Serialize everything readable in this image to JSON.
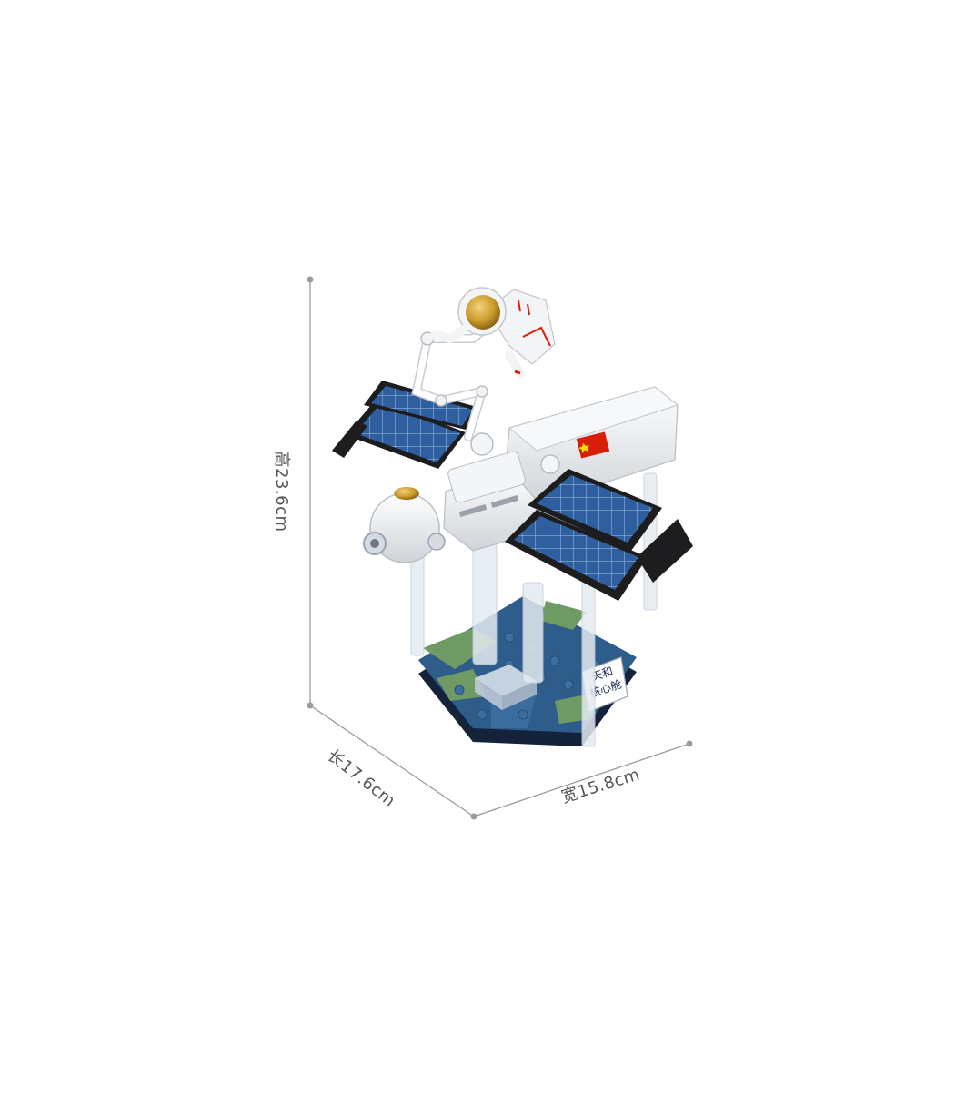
{
  "dimensions": {
    "height": "高23.6cm",
    "length": "长17.6cm",
    "width": "宽15.8cm"
  },
  "model": {
    "sign_line1": "天和",
    "sign_line2": "核心舱"
  },
  "colors": {
    "dim_line": "#9a9a9a",
    "panel_blue": "#2f5f9e",
    "panel_frame": "#1d1d1f",
    "module_white": "#eef0f2",
    "base_blue": "#2e5d8c",
    "base_green": "#6f9a63",
    "helmet_gold": "#c99a2a",
    "flag_red": "#d81e06"
  },
  "icons": [
    "astronaut-figure",
    "china-flag",
    "solar-panel",
    "robotic-arm"
  ]
}
